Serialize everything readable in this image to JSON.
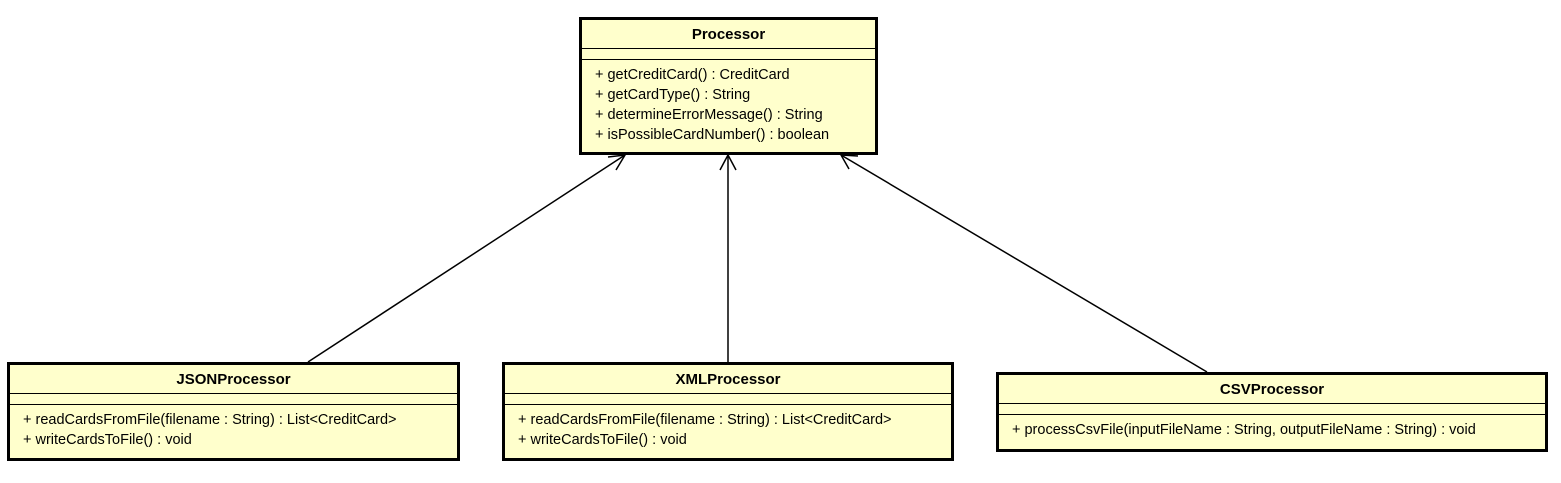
{
  "diagram": {
    "classes": {
      "processor": {
        "name": "Processor",
        "operations": [
          "+ getCreditCard() : CreditCard",
          "+ getCardType() : String",
          "+ determineErrorMessage() : String",
          "+ isPossibleCardNumber() : boolean"
        ]
      },
      "json": {
        "name": "JSONProcessor",
        "operations": [
          "+ readCardsFromFile(filename : String) : List<CreditCard>",
          "+ writeCardsToFile() : void"
        ]
      },
      "xml": {
        "name": "XMLProcessor",
        "operations": [
          "+ readCardsFromFile(filename : String) : List<CreditCard>",
          "+ writeCardsToFile() : void"
        ]
      },
      "csv": {
        "name": "CSVProcessor",
        "operations": [
          "+ processCsvFile(inputFileName : String, outputFileName : String) : void"
        ]
      }
    },
    "relations": [
      {
        "from": "JSONProcessor",
        "to": "Processor",
        "type": "association-arrow"
      },
      {
        "from": "XMLProcessor",
        "to": "Processor",
        "type": "association-arrow"
      },
      {
        "from": "CSVProcessor",
        "to": "Processor",
        "type": "association-arrow"
      }
    ],
    "colors": {
      "class_fill": "#ffffcc",
      "stroke": "#000000",
      "background": "#ffffff"
    }
  }
}
